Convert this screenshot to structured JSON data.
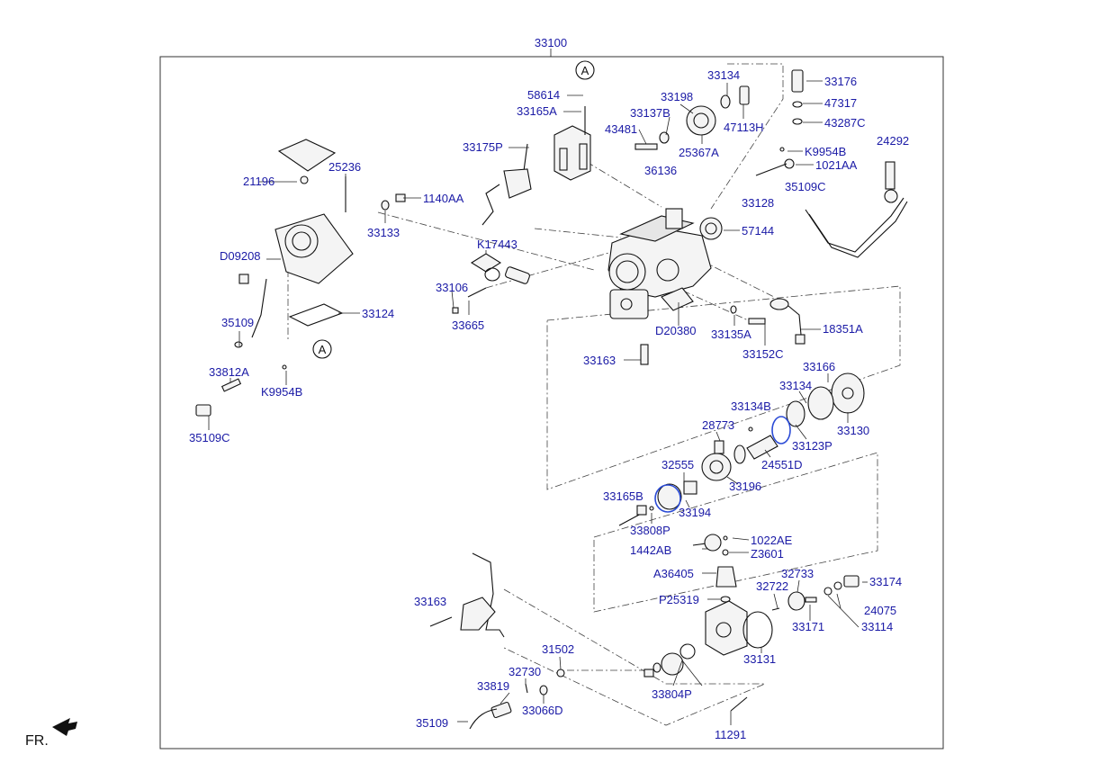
{
  "diagram": {
    "main_assembly": "33100",
    "reference_marks": [
      "A",
      "A"
    ],
    "direction_label": "FR.",
    "part_numbers": {
      "p33100": "33100",
      "p58614": "58614",
      "p33165A": "33165A",
      "p33175P": "33175P",
      "p33134_top": "33134",
      "p33198": "33198",
      "p33137B": "33137B",
      "p43481": "43481",
      "p36136": "36136",
      "p25367A": "25367A",
      "p47113H": "47113H",
      "p33176": "33176",
      "p47317": "47317",
      "p43287C": "43287C",
      "pK9954B_top": "K9954B",
      "p1021AA": "1021AA",
      "p24292": "24292",
      "p35109C_right": "35109C",
      "p33128": "33128",
      "p57144": "57144",
      "p21196": "21196",
      "p25236": "25236",
      "p1140AA": "1140AA",
      "p33133": "33133",
      "pD09208": "D09208",
      "pK17443": "K17443",
      "p33106": "33106",
      "p33665": "33665",
      "p35109_left": "35109",
      "p33124": "33124",
      "pD20380": "D20380",
      "p33135A": "33135A",
      "p33152C": "33152C",
      "p18351A": "18351A",
      "p33163_mid": "33163",
      "p33812A": "33812A",
      "pK9954B_left": "K9954B",
      "p35109C_left": "35109C",
      "p33166": "33166",
      "p33134_mid": "33134",
      "p33134B": "33134B",
      "p28773": "28773",
      "p33123P": "33123P",
      "p33130": "33130",
      "p32555": "32555",
      "p24551D": "24551D",
      "p33196": "33196",
      "p33165B": "33165B",
      "p33194": "33194",
      "p33808P": "33808P",
      "p1022AE": "1022AE",
      "p1442AB": "1442AB",
      "pZ3601": "Z3601",
      "pA36405": "A36405",
      "p32733": "32733",
      "p33174": "33174",
      "p32722": "32722",
      "p24075": "24075",
      "pP25319": "P25319",
      "p33171": "33171",
      "p33114": "33114",
      "p33163_bot": "33163",
      "p31502": "31502",
      "p33131": "33131",
      "p32730": "32730",
      "p33819": "33819",
      "p33804P": "33804P",
      "p33066D": "33066D",
      "p35109_bot": "35109",
      "p11291": "11291"
    }
  }
}
